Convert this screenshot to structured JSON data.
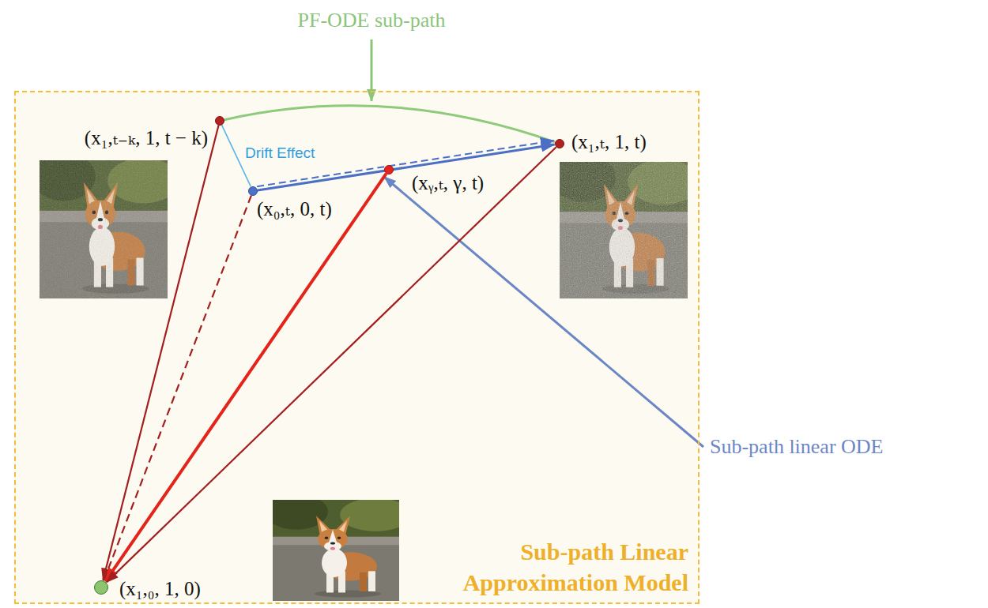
{
  "diagram": {
    "nodes": [
      {
        "text": [
          "Sub-path Linear Approximation Model"
        ]
      },
      {
        "text": [
          "(x₁,ₜ₋ₖ, 1, t − k)"
        ],
        "in": 0
      },
      {
        "text": [
          "(x₀,ₜ, 0, t)"
        ],
        "in": 0
      },
      {
        "text": [
          "(xᵧ,ₜ, γ, t)"
        ],
        "in": 0
      },
      {
        "text": [
          "(x₁,ₜ, 1, t)"
        ],
        "in": 0
      },
      {
        "text": [
          "(x₁,₀, 1, 0)"
        ],
        "in": 0
      }
    ],
    "edges": [
      {
        "from": 1,
        "to": 4,
        "arrow": "none"
      },
      {
        "from": 1,
        "to": 2,
        "arrow": "none",
        "label": "Drift Effect"
      },
      {
        "from": 2,
        "to": 4,
        "arrow": "to"
      },
      {
        "from": 2,
        "to": 4,
        "arrow": "to"
      },
      {
        "from": 1,
        "to": 5,
        "arrow": "to"
      },
      {
        "from": 2,
        "to": 5,
        "arrow": "to"
      },
      {
        "from": 3,
        "to": 5,
        "arrow": "to"
      },
      {
        "from": 4,
        "to": 5,
        "arrow": "to"
      }
    ],
    "labels": [
      "PF-ODE sub-path",
      "Sub-path linear ODE"
    ]
  }
}
